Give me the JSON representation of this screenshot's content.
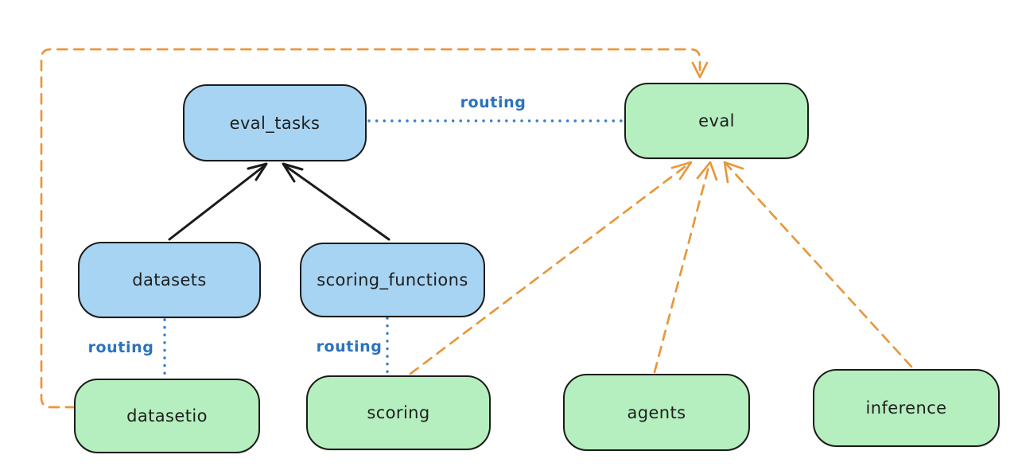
{
  "diagram": {
    "nodes": [
      {
        "id": "eval_tasks",
        "label": "eval_tasks",
        "kind": "registry-resource"
      },
      {
        "id": "eval",
        "label": "eval",
        "kind": "api"
      },
      {
        "id": "datasets",
        "label": "datasets",
        "kind": "registry-resource"
      },
      {
        "id": "scoring_functions",
        "label": "scoring_functions",
        "kind": "registry-resource"
      },
      {
        "id": "datasetio",
        "label": "datasetio",
        "kind": "api"
      },
      {
        "id": "scoring",
        "label": "scoring",
        "kind": "api"
      },
      {
        "id": "agents",
        "label": "agents",
        "kind": "api"
      },
      {
        "id": "inference",
        "label": "inference",
        "kind": "api"
      }
    ],
    "edges": [
      {
        "from": "datasets",
        "to": "eval_tasks",
        "style": "solid-black-arrow",
        "label": ""
      },
      {
        "from": "scoring_functions",
        "to": "eval_tasks",
        "style": "solid-black-arrow",
        "label": ""
      },
      {
        "from": "eval_tasks",
        "to": "eval",
        "style": "dotted-blue",
        "label": "routing"
      },
      {
        "from": "datasets",
        "to": "datasetio",
        "style": "dotted-blue",
        "label": "routing"
      },
      {
        "from": "scoring_functions",
        "to": "scoring",
        "style": "dotted-blue",
        "label": "routing"
      },
      {
        "from": "datasetio",
        "to": "eval",
        "style": "dashed-orange-arrow",
        "label": ""
      },
      {
        "from": "scoring",
        "to": "eval",
        "style": "dashed-orange-arrow",
        "label": ""
      },
      {
        "from": "agents",
        "to": "eval",
        "style": "dashed-orange-arrow",
        "label": ""
      },
      {
        "from": "inference",
        "to": "eval",
        "style": "dashed-orange-arrow",
        "label": ""
      }
    ],
    "edge_labels": [
      {
        "id": "routing-eval-tasks-eval",
        "text": "routing"
      },
      {
        "id": "routing-datasets-datasetio",
        "text": "routing"
      },
      {
        "id": "routing-scoring-functions-scoring",
        "text": "routing"
      }
    ],
    "colors": {
      "blue_node_fill": "#a8d4f3",
      "green_node_fill": "#b6efbf",
      "node_stroke": "#1b1b1b",
      "orange_edge": "#e8973c",
      "blue_edge": "#3b7cc8",
      "blue_label": "#2b72bd",
      "background": "#ffffff"
    }
  }
}
